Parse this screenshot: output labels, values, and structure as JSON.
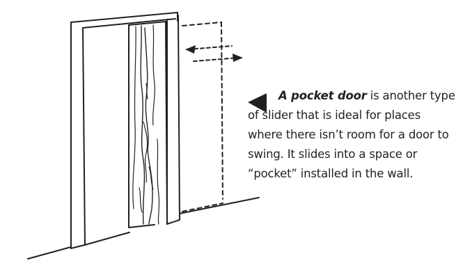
{
  "caption": {
    "bold_phrase": "A pocket door",
    "line1_rest": " is another type",
    "line2": "of slider that is ideal for places",
    "line3": "where there isn’t room for a door to",
    "line4": "swing. It slides into a space or",
    "line5": "“pocket” installed in the wall."
  },
  "icons": {
    "pointer": "triangle-left-icon",
    "motion": "double-arrow-icon"
  },
  "colors": {
    "ink": "#231f20",
    "background": "#ffffff"
  }
}
